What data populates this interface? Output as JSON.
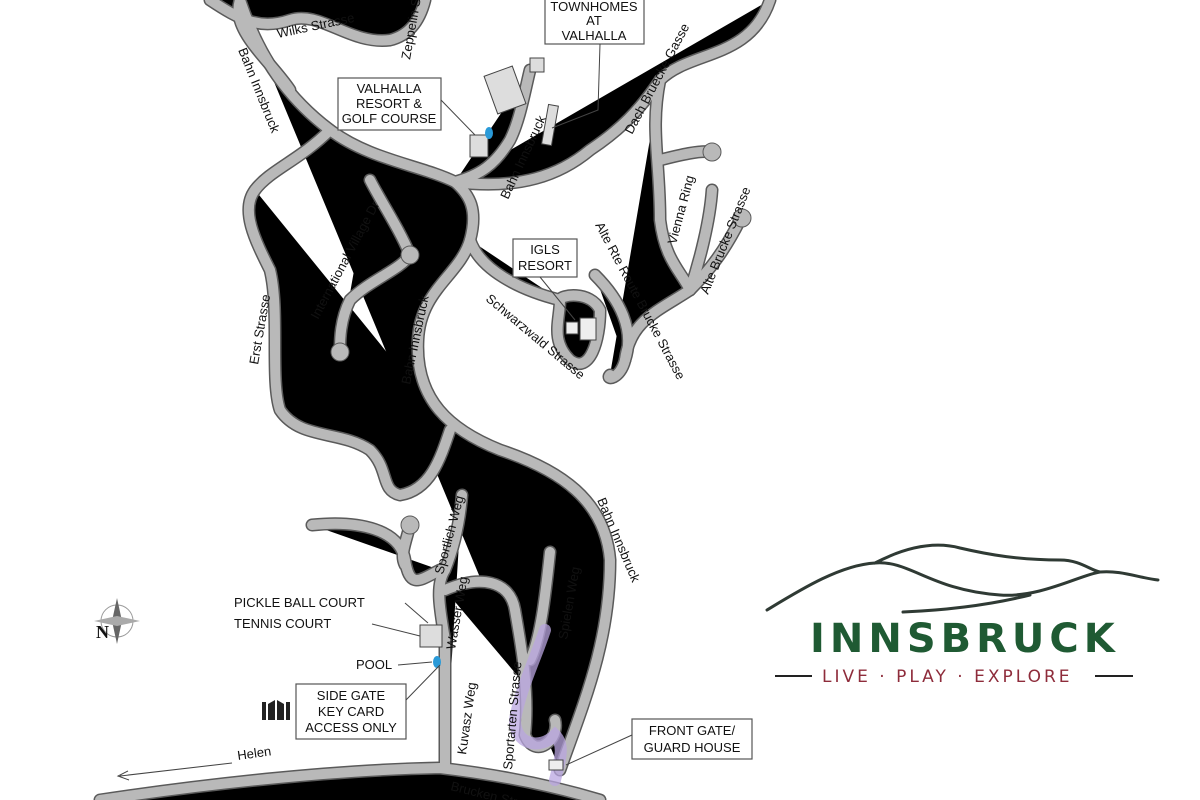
{
  "map": {
    "roads": {
      "wilks": "Wilks Strasse",
      "zeppelin": "Zeppelin Strasse",
      "bahn1": "Bahn Innsbruck",
      "bahn2": "Bahn Innsbruck",
      "bahn3": "Bahn Innsbruck",
      "bahn4": "Bahn Innsbruck",
      "dach": "Dach Bruecke Gasse",
      "vienna": "Vienna Ring",
      "alte_rte": "Alte Rte Route Brucke Strasse",
      "alte_brucke": "Alte Brucke Strasse",
      "schwarzwald": "Schwarzwald Strasse",
      "international": "International Village Dr",
      "erst": "Erst Strasse",
      "sportlich": "Sportlich Weg",
      "wasser": "Wasser Weg",
      "spielen": "Spielen Weg",
      "sportarten": "Sportarten Strasse",
      "kuvasz": "Kuvasz Weg",
      "helen": "Helen",
      "brucken": "Brucken Strasse"
    },
    "places": {
      "townhomes": [
        "TOWNHOMES",
        "AT",
        "VALHALLA"
      ],
      "valhalla": [
        "VALHALLA",
        "RESORT &",
        "GOLF COURSE"
      ],
      "igls": [
        "IGLS",
        "RESORT"
      ],
      "pickle": "PICKLE BALL COURT",
      "tennis": "TENNIS COURT",
      "pool": "POOL",
      "side_gate": [
        "SIDE GATE",
        "KEY CARD",
        "ACCESS ONLY"
      ],
      "front_gate": [
        "FRONT GATE/",
        "GUARD HOUSE"
      ]
    },
    "compass": "N",
    "colors": {
      "road": "#b9b9b9",
      "route": "#b9a6e0",
      "water": "#2a9ad8",
      "brand": "#1f5a33",
      "tagline": "#8e2c3b"
    }
  },
  "logo": {
    "title": "INNSBRUCK",
    "tagline": "LIVE · PLAY · EXPLORE"
  }
}
